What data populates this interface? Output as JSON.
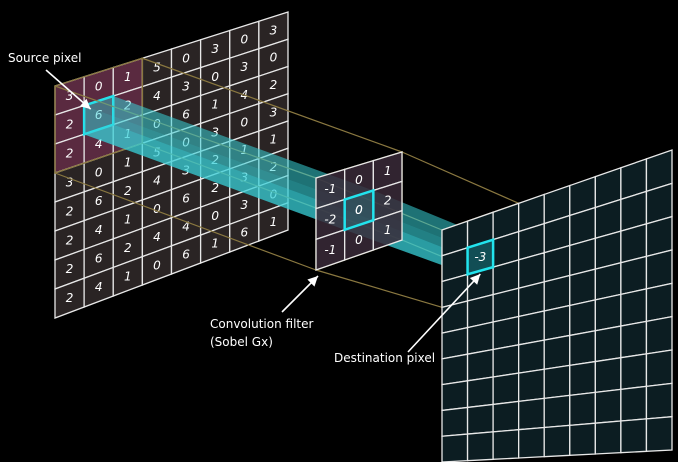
{
  "labels": {
    "source": "Source pixel",
    "filter_line1": "Convolution filter",
    "filter_line2": "(Sobel Gx)",
    "destination": "Destination pixel"
  },
  "source_grid": [
    [
      "3",
      "0",
      "1",
      "5",
      "0",
      "3",
      "0",
      "3"
    ],
    [
      "2",
      "6",
      "2",
      "4",
      "3",
      "0",
      "3",
      "0"
    ],
    [
      "2",
      "4",
      "1",
      "0",
      "6",
      "1",
      "4",
      "2"
    ],
    [
      "3",
      "0",
      "1",
      "5",
      "0",
      "3",
      "0",
      "3"
    ],
    [
      "2",
      "6",
      "2",
      "4",
      "3",
      "2",
      "1",
      "1"
    ],
    [
      "2",
      "4",
      "1",
      "0",
      "6",
      "2",
      "3",
      "2"
    ],
    [
      "2",
      "6",
      "2",
      "4",
      "4",
      "0",
      "3",
      "0"
    ],
    [
      "2",
      "4",
      "1",
      "0",
      "6",
      "1",
      "6",
      "1"
    ]
  ],
  "filter_grid": [
    [
      "-1",
      "0",
      "1"
    ],
    [
      "-2",
      "0",
      "2"
    ],
    [
      "-1",
      "0",
      "1"
    ]
  ],
  "destination_value": "-3",
  "colors": {
    "grid_line": "#e8e8e8",
    "source_fill": "#2a2424",
    "source_highlight": "#5a2a40",
    "filter_fill": "#3a2a38",
    "dest_fill": "#0c1d22",
    "cyan": "#22e4ee",
    "beam": "#38d0d8",
    "frame": "#8a7840"
  }
}
